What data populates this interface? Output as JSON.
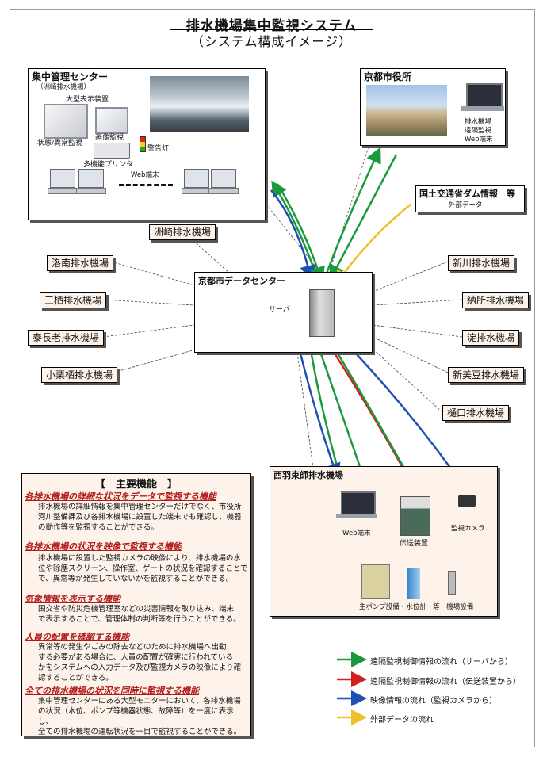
{
  "title": {
    "main": "排水機場集中監視システム",
    "sub": "（システム構成イメージ）"
  },
  "control_center": {
    "title": "集中管理センター",
    "subtitle": "（洲崎排水機場）",
    "large_display": "大型表示装置",
    "status_monitor": "状態/異常監視",
    "image_monitor": "画像監視",
    "warning_light": "警告灯",
    "printer": "多機能プリンタ",
    "web_terminal": "Web端末"
  },
  "city_office": {
    "title": "京都市役所",
    "terminal": [
      "排水機場",
      "遠隔監視",
      "Web端末"
    ]
  },
  "external": {
    "title": "国土交通省ダム情報　等",
    "sub": "外部データ"
  },
  "data_center": {
    "title": "京都市データセンター",
    "server": "サーバ"
  },
  "stations": {
    "susaki": "洲崎排水機場",
    "rakunan": "洛南排水機場",
    "sanzumi": "三栖排水機場",
    "taichoro": "泰長老排水機場",
    "ogurusu": "小栗栖排水機場",
    "shinkawa": "新川排水機場",
    "nosho": "納所排水機場",
    "yodo": "淀排水機場",
    "shinmameshima": "新美豆排水機場",
    "hiroguchi": "樋口排水機場"
  },
  "nishihazukashi": {
    "title": "西羽束師排水機場",
    "web_terminal": "Web端末",
    "transmitter": "伝送装置",
    "camera": "監視カメラ",
    "equipment": "主ポンプ設備・水位計　等　機場設備"
  },
  "features": {
    "heading": "【　主要機能　】",
    "items": [
      {
        "head": "各排水機場の詳細な状況をデータで監視する機能",
        "lines": [
          "排水機場の詳細情報を集中管理センターだけでなく、市役所",
          "河川整備課及び各排水機場に設置した端末でも確認し、機器",
          "の動作等を監視することができる。"
        ]
      },
      {
        "head": "各排水機場の状況を映像で監視する機能",
        "lines": [
          "排水機場に設置した監視カメラの映像により、排水機場の水",
          "位や除塵スクリーン、操作室、ゲートの状況を確認することで",
          "で、異常等が発生していないかを監視することができる。"
        ]
      },
      {
        "head": "気象情報を表示する機能",
        "lines": [
          "国交省や防災危機管理室などの災害情報を取り込み、端末",
          "で表示することで、管理体制の判断等を行うことができる。"
        ]
      },
      {
        "head": "人員の配置を確認する機能",
        "lines": [
          "異常等の発生やごみの除去などのために排水機場へ出動",
          "する必要がある場合に、人員の配置が確実に行われている",
          "かをシステムへの入力データ及び監視カメラの映像により確",
          "認することができる。"
        ]
      },
      {
        "head": "全ての排水機場の状況を同時に監視する機能",
        "lines": [
          "集中管理センターにある大型モニターにおいて、各排水機場",
          "の状況（水位、ポンプ等機器状態、故障等）を一度に表示し、",
          "全ての排水機場の運転状況を一目で監視することができる。"
        ]
      }
    ]
  },
  "legend": [
    {
      "label": "遠隔監視制御情報の流れ（サーバから）",
      "color": "#1a9a3a"
    },
    {
      "label": "遠隔監視制御情報の流れ（伝送装置から）",
      "color": "#d41f1f"
    },
    {
      "label": "映像情報の流れ（監視カメラから）",
      "color": "#1f4fb5"
    },
    {
      "label": "外部データの流れ",
      "color": "#eec02a"
    }
  ],
  "colors": {
    "green": "#1a9a3a",
    "red": "#d41f1f",
    "blue": "#1f4fb5",
    "yellow": "#eec02a",
    "panel_bg": "#fdf3ea"
  }
}
